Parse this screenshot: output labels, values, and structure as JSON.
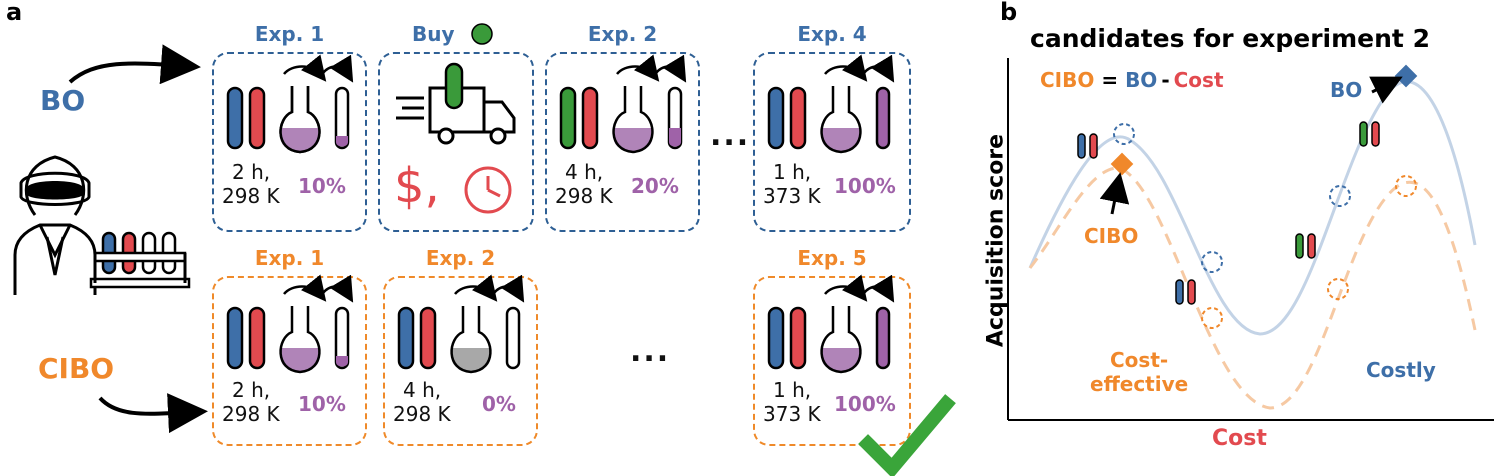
{
  "panel_a": {
    "letter": "a",
    "bo_label": "BO",
    "cibo_label": "CIBO",
    "bo_row": [
      {
        "title": "Exp. 1",
        "cond1": "2 h,",
        "cond2": "298 K",
        "yield": "10%"
      },
      {
        "title": "Buy",
        "symbol": "$,"
      },
      {
        "title": "Exp. 2",
        "cond1": "4 h,",
        "cond2": "298 K",
        "yield": "20%"
      },
      {
        "title": "Exp. 4",
        "cond1": "1 h,",
        "cond2": "373 K",
        "yield": "100%"
      }
    ],
    "cibo_row": [
      {
        "title": "Exp. 1",
        "cond1": "2 h,",
        "cond2": "298 K",
        "yield": "10%"
      },
      {
        "title": "Exp. 2",
        "cond1": "4 h,",
        "cond2": "298 K",
        "yield": "0%"
      },
      {
        "title": "Exp. 5",
        "cond1": "1 h,",
        "cond2": "373 K",
        "yield": "100%"
      }
    ],
    "ellipsis": "..."
  },
  "panel_b": {
    "letter": "b",
    "title": "candidates for experiment 2",
    "equation": {
      "cibo": "CIBO",
      "eq": " = ",
      "bo": "BO",
      "minus": "-",
      "cost": "Cost"
    },
    "ylabel": "Acquisition score",
    "xlabel": "Cost",
    "annotations": {
      "bo": "BO",
      "cibo": "CIBO",
      "cost_effective_1": "Cost-",
      "cost_effective_2": "effective",
      "costly": "Costly"
    }
  },
  "colors": {
    "blue": "#3e6fa8",
    "orange": "#f0882b",
    "red": "#e24a4f",
    "purple": "#9f62a8",
    "green": "#3a9a3a"
  }
}
